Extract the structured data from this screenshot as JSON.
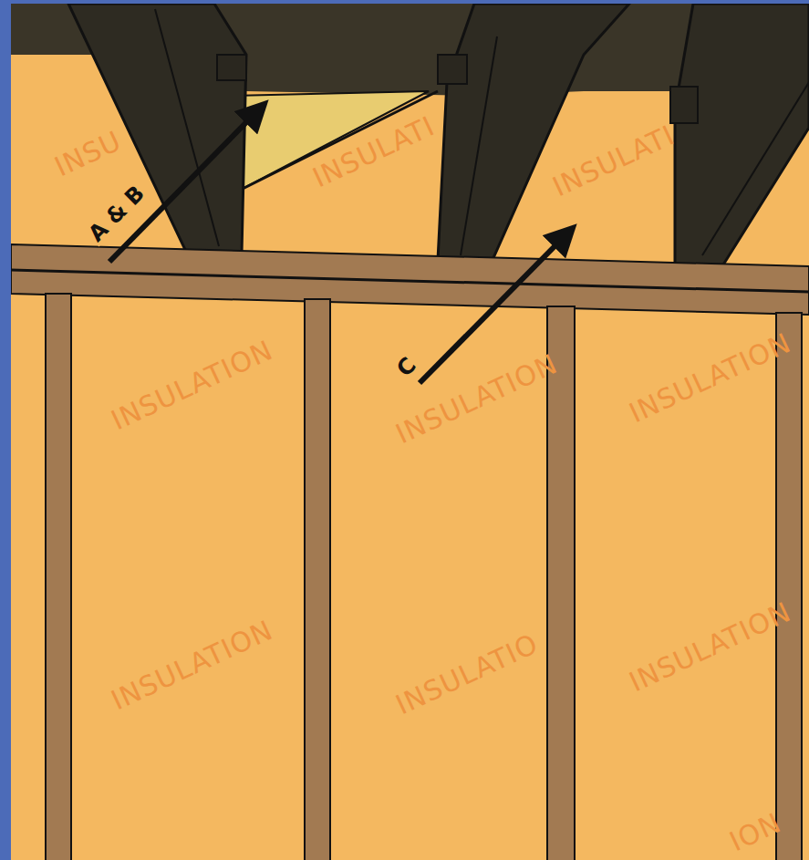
{
  "diagram": {
    "labels": [
      "A & B",
      "C",
      "INSU",
      "INSULATI",
      "INSULATI",
      "INSULATION",
      "INSULATION",
      "INSULATION",
      "INSULATION",
      "INSULATIO",
      "INSULATION",
      "ION"
    ]
  }
}
